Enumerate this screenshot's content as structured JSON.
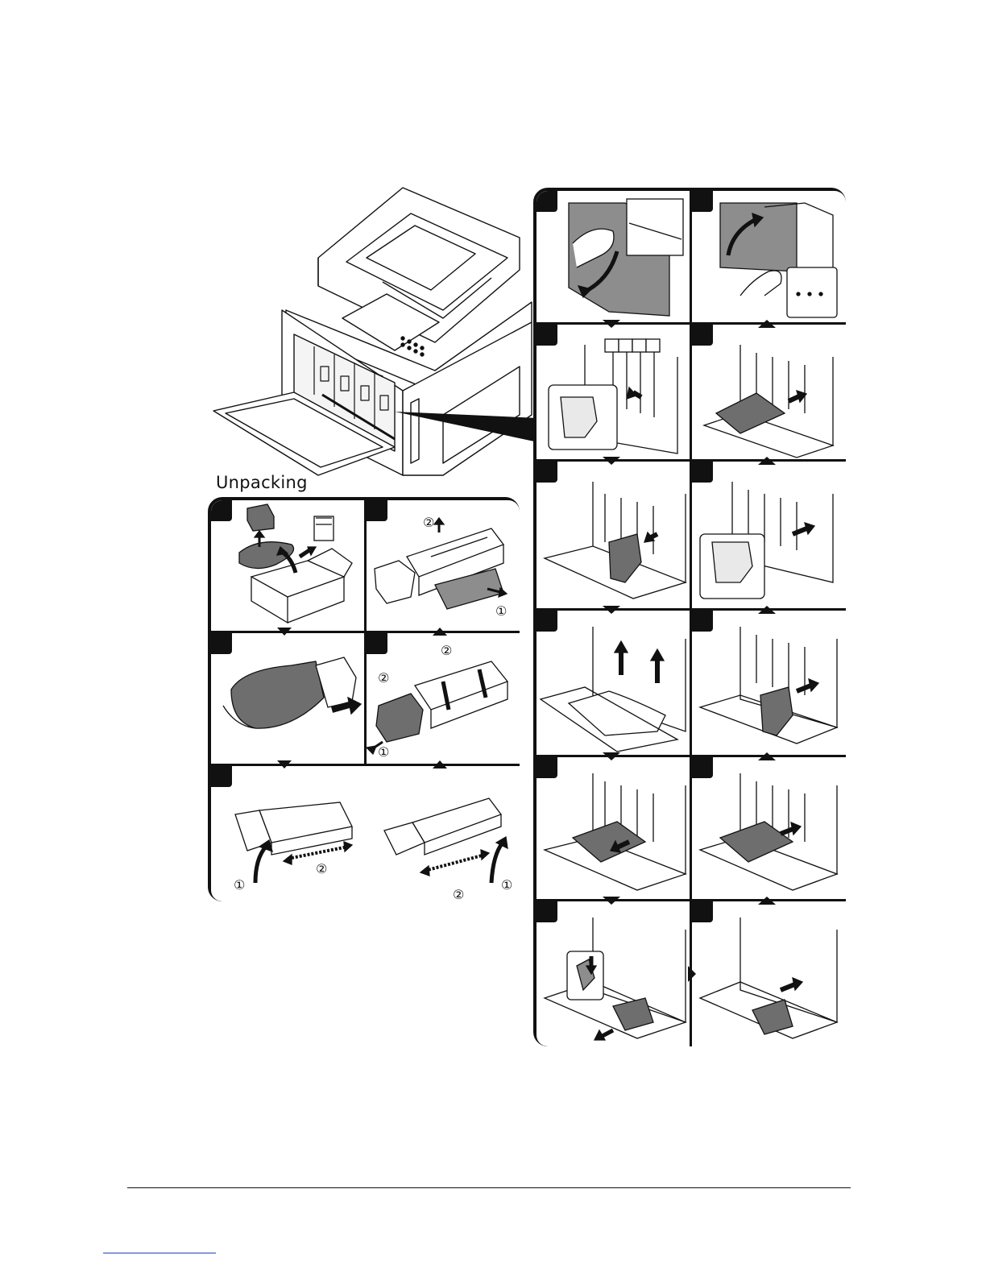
{
  "page": {
    "unpacking_label": "Unpacking"
  },
  "unpacking_steps": [
    {
      "name": "remove-packing-material",
      "markers": []
    },
    {
      "name": "remove-protective-sheet",
      "markers": [
        "②",
        "①"
      ]
    },
    {
      "name": "remove-from-bag",
      "markers": []
    },
    {
      "name": "remove-tape",
      "markers": [
        "②",
        "②",
        "①"
      ]
    },
    {
      "name": "shake-unit",
      "markers": [
        "①",
        "②",
        "②",
        "①"
      ]
    }
  ],
  "replacement_steps": [
    {
      "name": "open-front-door"
    },
    {
      "name": "close-front-door"
    },
    {
      "name": "release-waste-box"
    },
    {
      "name": "install-waste-box"
    },
    {
      "name": "pull-out-unit"
    },
    {
      "name": "slide-unit-out"
    },
    {
      "name": "lift-unit"
    },
    {
      "name": "insert-unit"
    },
    {
      "name": "remove-waste-box"
    },
    {
      "name": "reinsert-waste-box"
    },
    {
      "name": "press-lever"
    },
    {
      "name": "push-in-unit"
    }
  ],
  "colors": {
    "ink": "#111111",
    "gray_fill": "#6e6e6e",
    "light_fill": "#e9e9e9",
    "footer_link": "#1f3fbf"
  }
}
